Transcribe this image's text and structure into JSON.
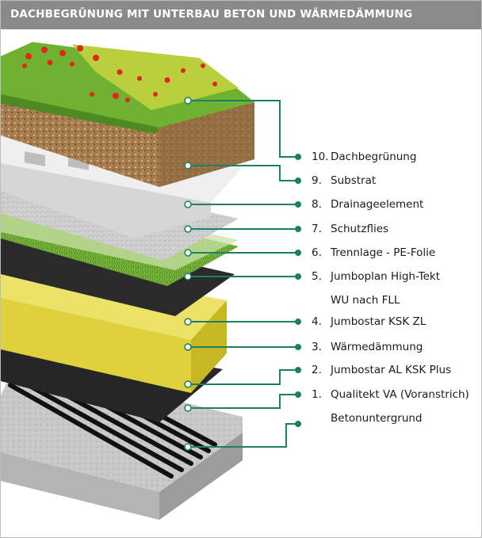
{
  "title": "DACHBEGRÜNUNG MIT UNTERBAU BETON UND WÄRMEDÄMMUNG",
  "colors": {
    "header": "#8a8a8a",
    "accent": "#1a8066"
  },
  "layers": [
    {
      "number": "10.",
      "name": "Dachbegrünung"
    },
    {
      "number": "9.",
      "name": "Substrat"
    },
    {
      "number": "8.",
      "name": "Drainageelement"
    },
    {
      "number": "7.",
      "name": "Schutzflies"
    },
    {
      "number": "6.",
      "name": "Trennlage - PE-Folie"
    },
    {
      "number": "5.",
      "name": "Jumboplan High-Tekt",
      "name2": "WU nach FLL"
    },
    {
      "number": "4.",
      "name": "Jumbostar KSK ZL"
    },
    {
      "number": "3.",
      "name": "Wärmedämmung"
    },
    {
      "number": "2.",
      "name": "Jumbostar AL KSK Plus"
    },
    {
      "number": "1.",
      "name": "Qualitekt VA (Voranstrich)"
    },
    {
      "number": "",
      "name": "Betonuntergrund"
    }
  ]
}
